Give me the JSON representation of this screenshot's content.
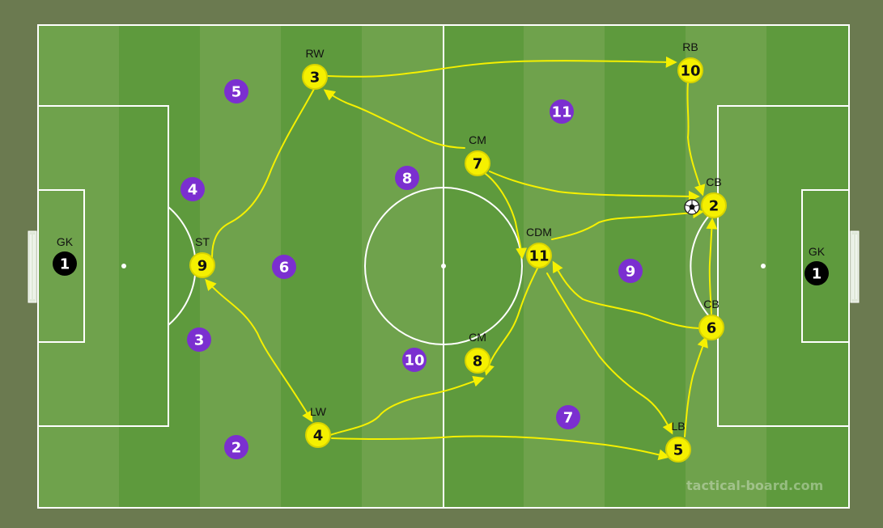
{
  "watermark": "tactical-board.com",
  "colors": {
    "background": "#6b7a50",
    "stripe_light": "#6fa24c",
    "stripe_dark": "#5e9a3d",
    "lines": "#ffffff",
    "team_yellow": "#f5f000",
    "team_purple": "#7b2fd0",
    "goalkeeper": "#000000",
    "arrows": "#f5f000"
  },
  "left_goalkeeper": {
    "label": "GK",
    "number": "1"
  },
  "right_goalkeeper": {
    "label": "GK",
    "number": "1"
  },
  "yellow_team": [
    {
      "id": "rw",
      "label": "RW",
      "number": "3"
    },
    {
      "id": "rb",
      "label": "RB",
      "number": "10"
    },
    {
      "id": "cm7",
      "label": "CM",
      "number": "7"
    },
    {
      "id": "cb2",
      "label": "CB",
      "number": "2"
    },
    {
      "id": "cdm",
      "label": "CDM",
      "number": "11"
    },
    {
      "id": "st",
      "label": "ST",
      "number": "9"
    },
    {
      "id": "cb6",
      "label": "CB",
      "number": "6"
    },
    {
      "id": "cm8",
      "label": "CM",
      "number": "8"
    },
    {
      "id": "lw",
      "label": "LW",
      "number": "4"
    },
    {
      "id": "lb",
      "label": "LB",
      "number": "5"
    }
  ],
  "purple_team": [
    {
      "id": "p5",
      "number": "5"
    },
    {
      "id": "p11",
      "number": "11"
    },
    {
      "id": "p4",
      "number": "4"
    },
    {
      "id": "p8",
      "number": "8"
    },
    {
      "id": "p6",
      "number": "6"
    },
    {
      "id": "p9",
      "number": "9"
    },
    {
      "id": "p3",
      "number": "3"
    },
    {
      "id": "p10",
      "number": "10"
    },
    {
      "id": "p7",
      "number": "7"
    },
    {
      "id": "p2",
      "number": "2"
    }
  ],
  "ball_icon": "soccer-ball-icon"
}
